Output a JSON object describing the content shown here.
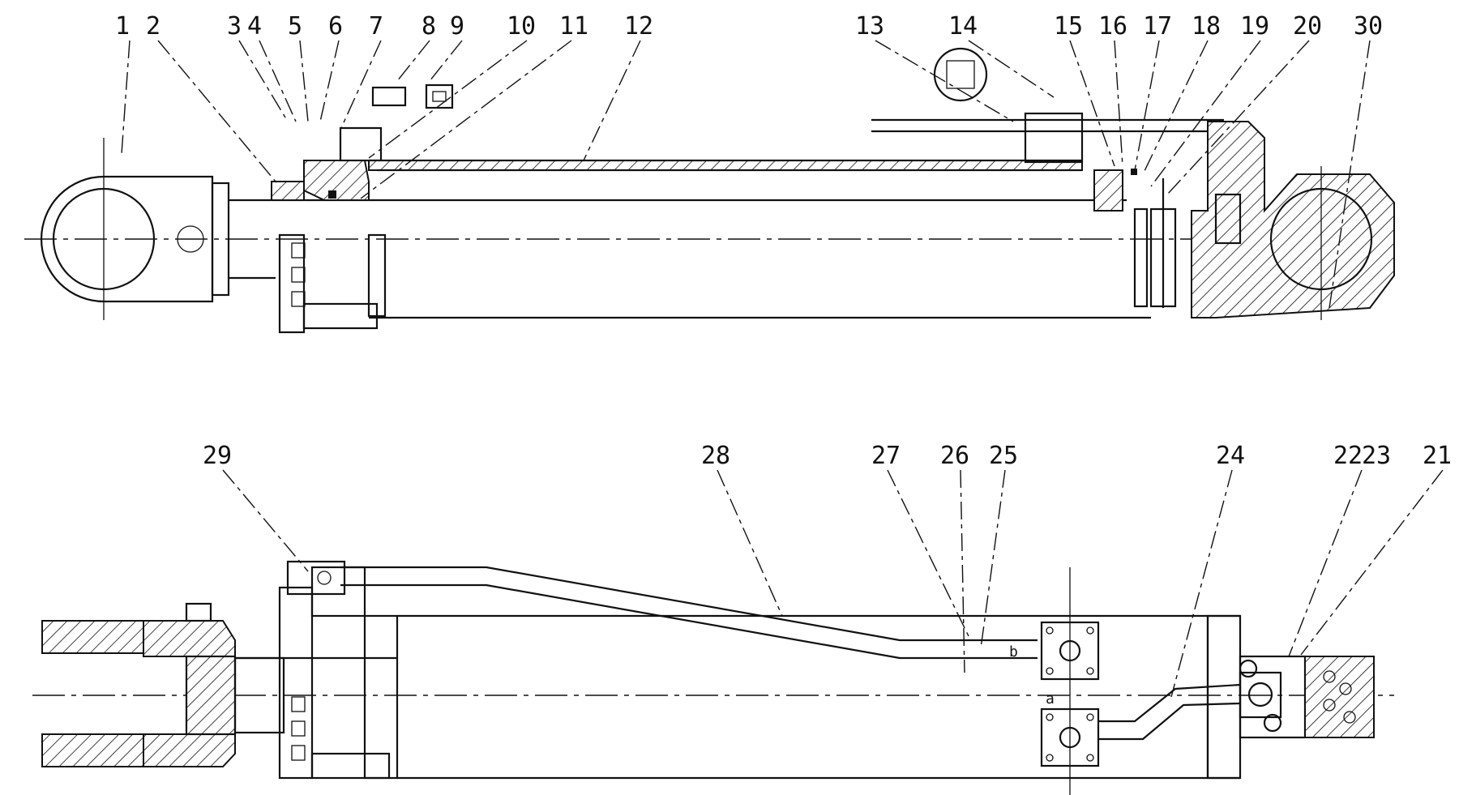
{
  "callouts_top": [
    "1",
    "2",
    "3",
    "4",
    "5",
    "6",
    "7",
    "8",
    "9",
    "10",
    "11",
    "12",
    "13",
    "14",
    "15",
    "16",
    "17",
    "18",
    "19",
    "20",
    "30"
  ],
  "callouts_bottom": [
    "29",
    "28",
    "27",
    "26",
    "25",
    "24",
    "22",
    "23",
    "21"
  ],
  "inline_labels": {
    "port_b": "b",
    "port_a": "a"
  }
}
